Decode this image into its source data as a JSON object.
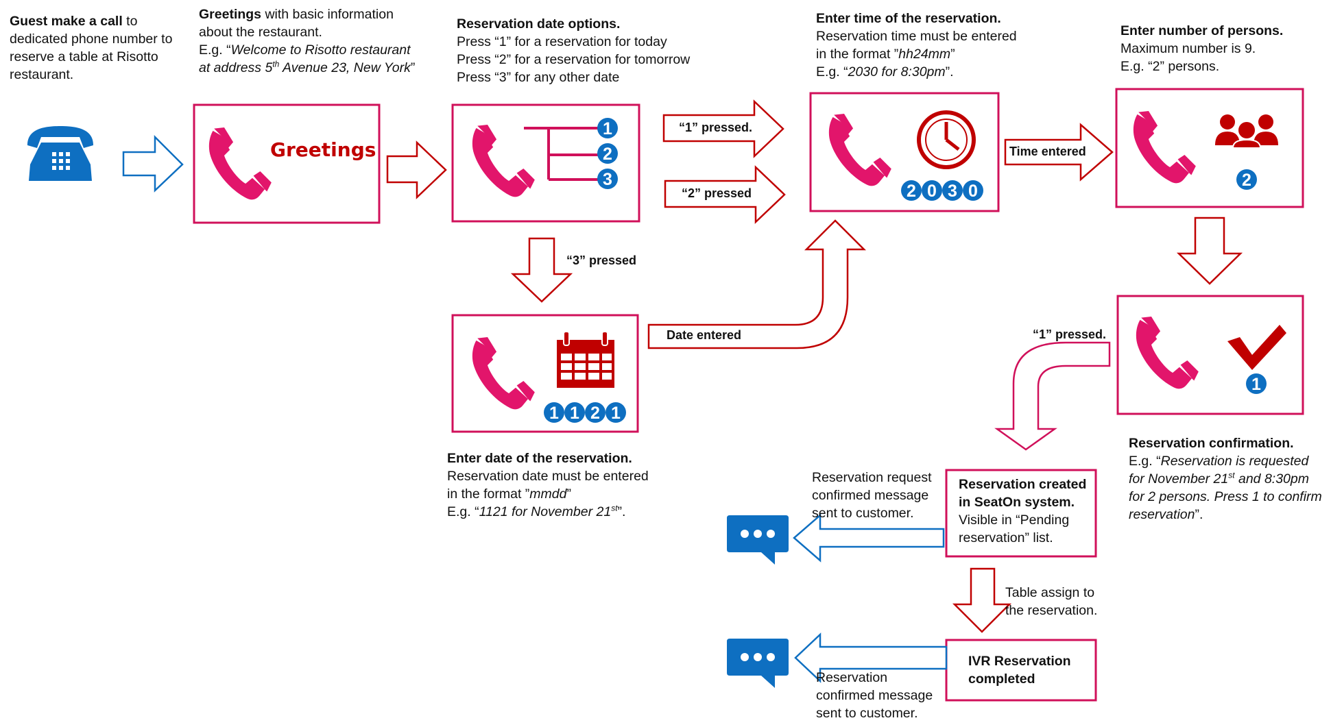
{
  "colors": {
    "accent_red": "#c00000",
    "box_pink": "#d0105a",
    "phone_pink": "#e2156b",
    "blue": "#0e6fc1"
  },
  "steps": {
    "guest": {
      "bold": "Guest make a call",
      "rest": " to dedicated phone number to reserve a table at Risotto restaurant.",
      "icon": "desk-phone-icon"
    },
    "greetings": {
      "bold": "Greetings",
      "rest": " with basic information about  the  restaurant.",
      "eg": "E.g. “",
      "example_pre": "Welcome to Risotto restaurant at address 5",
      "example_sup": "th",
      "example_post": " Avenue 23, New York",
      "eg_end": "”",
      "box_text": "Greetings"
    },
    "date_options": {
      "title": "Reservation date options.",
      "line1": "Press “1” for a reservation for today",
      "line2": "Press “2” for a reservation for tomorrow",
      "line3": "Press “3” for any other date",
      "opt1": "1",
      "opt2": "2",
      "opt3": "3"
    },
    "enter_date": {
      "title": "Enter date of the reservation.",
      "line1": "Reservation date must be entered",
      "line2_pre": "in the format ”",
      "format": "mmdd",
      "line2_post": "”",
      "eg_pre": "E.g. “",
      "example_pre": "1121 for November 21",
      "example_sup": "st",
      "eg_post": "”.",
      "digits": [
        "1",
        "1",
        "2",
        "1"
      ]
    },
    "enter_time": {
      "title": "Enter time of the reservation.",
      "line1": "Reservation time must be entered",
      "line2_pre": "in the format ”",
      "format": "hh24mm",
      "line2_post": "”",
      "eg_pre": "E.g. “",
      "example": "2030 for 8:30pm",
      "eg_post": "”.",
      "digits": [
        "2",
        "0",
        "3",
        "0"
      ]
    },
    "persons": {
      "title": "Enter number of persons.",
      "line1": "Maximum number is 9.",
      "line2": "E.g. “2” persons.",
      "digit": "2"
    },
    "confirmation": {
      "title": "Reservation confirmation.",
      "eg_pre": "E.g. “",
      "example_pre": "Reservation is requested for November 21",
      "example_sup": "st",
      "example_post": "  and 8:30pm for 2 persons. Press 1 to confirm reservation",
      "eg_post": "”.",
      "digit": "1"
    },
    "created": {
      "bold1": "Reservation created",
      "bold2": "in SeatOn system.",
      "line1": "Visible in “Pending",
      "line2": "reservation” list."
    },
    "completed": {
      "line1": "IVR Reservation",
      "line2": "completed"
    }
  },
  "messages": {
    "request_confirmed": [
      "Reservation request",
      "confirmed message",
      "sent to customer."
    ],
    "reservation_confirmed": [
      "Reservation",
      "confirmed message",
      "sent to customer."
    ],
    "table_assign": [
      "Table assign to",
      "the reservation."
    ]
  },
  "arrow_labels": {
    "pressed1": "“1” pressed.",
    "pressed2": "“2” pressed",
    "pressed3": "“3” pressed",
    "date_entered": "Date entered",
    "time_entered": "Time entered",
    "confirm_pressed": "“1” pressed."
  }
}
